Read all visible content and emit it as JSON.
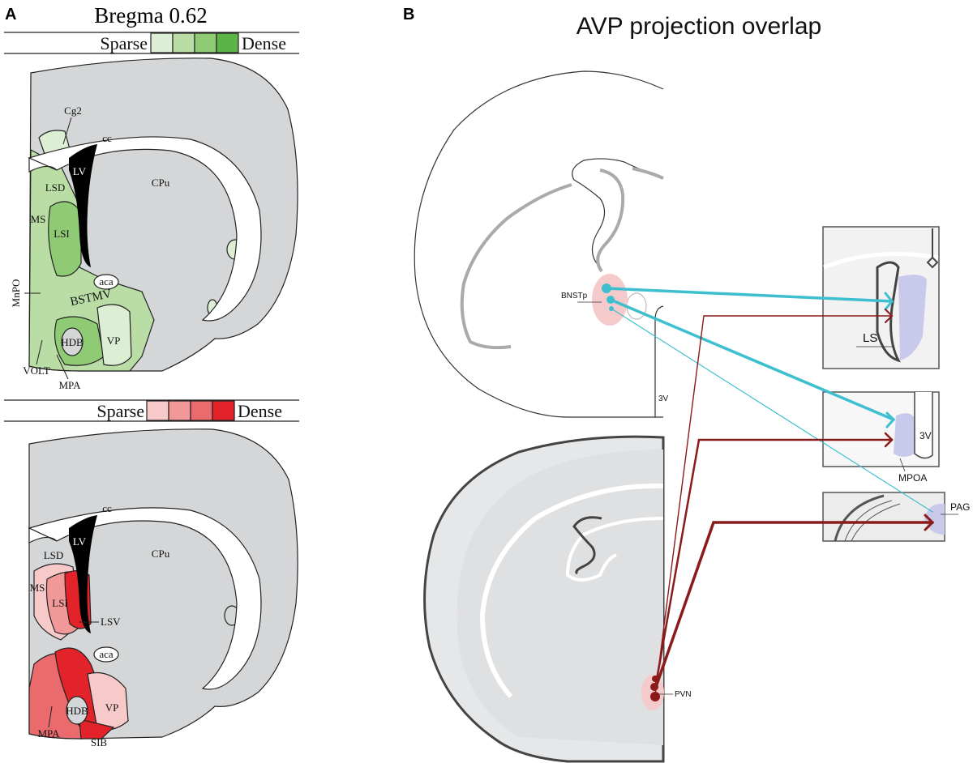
{
  "panel_a": {
    "letter": "A",
    "title": "Bregma 0.62",
    "legend_top": {
      "sparse_label": "Sparse",
      "dense_label": "Dense",
      "swatches": [
        "#dcefd4",
        "#b9dda5",
        "#8fcb74",
        "#5ab546"
      ]
    },
    "legend_bottom": {
      "sparse_label": "Sparse",
      "dense_label": "Dense",
      "swatches": [
        "#f8c9c9",
        "#f19999",
        "#ea6a6e",
        "#e3232a"
      ]
    },
    "top_section": {
      "labels": {
        "cg2": "Cg2",
        "cc": "cc",
        "lv": "LV",
        "cpu": "CPu",
        "lsd": "LSD",
        "ms": "MS",
        "lsi": "LSI",
        "mnpo": "MnPO",
        "aca": "aca",
        "bstmv": "BSTMV",
        "hdb": "HDB",
        "vp": "VP",
        "volt": "VOLT",
        "mpa": "MPA"
      }
    },
    "bottom_section": {
      "labels": {
        "cc": "cc",
        "lv": "LV",
        "cpu": "CPu",
        "lsd": "LSD",
        "ms": "MS",
        "lsi": "LSI",
        "lsv": "LSV",
        "aca": "aca",
        "hdb": "HDB",
        "vp": "VP",
        "mpa": "MPA",
        "sib": "SIB"
      }
    }
  },
  "panel_b": {
    "letter": "B",
    "title": "AVP projection overlap",
    "labels": {
      "bnstp": "BNSTp",
      "v3_upper": "3V",
      "pvn": "PVN",
      "ls": "LS",
      "v3_inset": "3V",
      "mpoa": "MPOA",
      "pag": "PAG"
    },
    "colors": {
      "bnst_projection": "#3dbfcf",
      "pvn_projection": "#8b1a1a",
      "target_region": "#c9c9ec",
      "source_region": "#f5caca"
    }
  },
  "colors": {
    "brain_fill": "#d4d6d8",
    "ventricle": "#000000",
    "white_matter": "#ffffff"
  }
}
